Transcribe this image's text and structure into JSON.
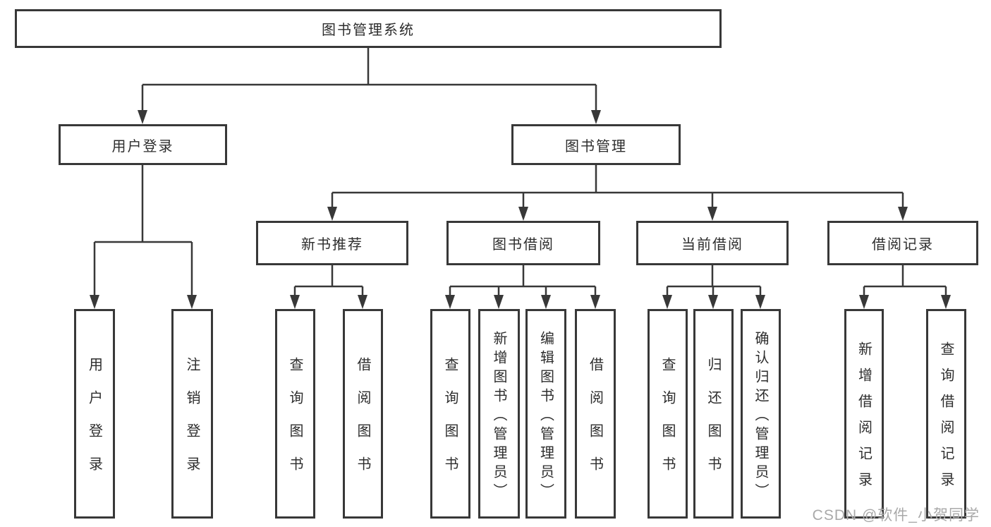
{
  "page": {
    "background": "#ffffff",
    "watermark": "CSDN @软件_小贺同学"
  },
  "colors": {
    "line": "#383838",
    "box_border": "#383838",
    "text": "#2d2d2d",
    "watermark": "#a9a9a9"
  },
  "tree": {
    "root": {
      "label": "图书管理系统"
    },
    "level2": [
      {
        "label": "用户登录"
      },
      {
        "label": "图书管理"
      }
    ],
    "level3": [
      {
        "label": "新书推荐",
        "parent": "图书管理"
      },
      {
        "label": "图书借阅",
        "parent": "图书管理"
      },
      {
        "label": "当前借阅",
        "parent": "图书管理"
      },
      {
        "label": "借阅记录",
        "parent": "图书管理"
      }
    ],
    "level4": [
      {
        "label": "用户登录",
        "parent": "用户登录"
      },
      {
        "label": "注销登录",
        "parent": "用户登录"
      },
      {
        "label": "查询图书",
        "parent": "新书推荐"
      },
      {
        "label": "借阅图书",
        "parent": "新书推荐"
      },
      {
        "label": "查询图书",
        "parent": "图书借阅"
      },
      {
        "label": "新增图书（管理员）",
        "parent": "图书借阅"
      },
      {
        "label": "编辑图书（管理员）",
        "parent": "图书借阅"
      },
      {
        "label": "借阅图书",
        "parent": "图书借阅"
      },
      {
        "label": "查询图书",
        "parent": "当前借阅"
      },
      {
        "label": "归还图书",
        "parent": "当前借阅"
      },
      {
        "label": "确认归还（管理员）",
        "parent": "当前借阅"
      },
      {
        "label": "新增借阅记录",
        "parent": "借阅记录"
      },
      {
        "label": "查询借阅记录",
        "parent": "借阅记录"
      }
    ]
  }
}
